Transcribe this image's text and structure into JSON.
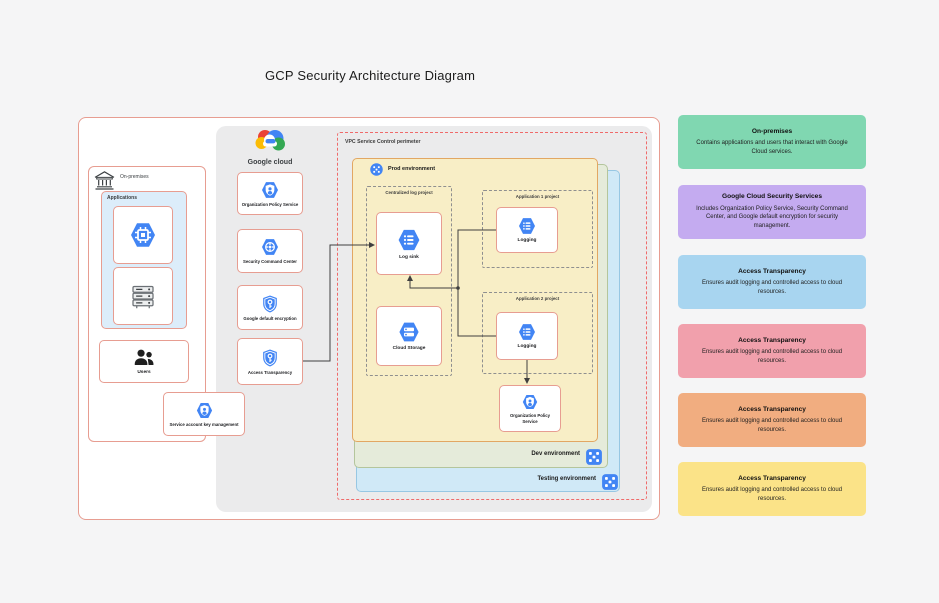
{
  "title": "GCP Security Architecture Diagram",
  "on_premises": {
    "label": "On-premises",
    "applications": {
      "label": "Applications"
    },
    "users": {
      "label": "Users"
    },
    "service_account_key": {
      "label": "Service account key management"
    }
  },
  "google_cloud": {
    "label": "Google cloud",
    "services": [
      {
        "label": "Organization Policy Service"
      },
      {
        "label": "Security Command Center"
      },
      {
        "label": "Google default encryption"
      },
      {
        "label": "Access Transparency"
      }
    ]
  },
  "vpc": {
    "label": "VPC Service Control perimeter",
    "prod": {
      "label": "Prod environment"
    },
    "dev": {
      "label": "Dev environment"
    },
    "testing": {
      "label": "Testing environment"
    },
    "centralized_log_project": {
      "label": "Centralized log project",
      "log_sink": {
        "label": "Log sink"
      },
      "cloud_storage": {
        "label": "Cloud Storage"
      }
    },
    "application_1_project": {
      "label": "Application 1 project",
      "logging": {
        "label": "Logging"
      }
    },
    "application_2_project": {
      "label": "Application 2 project",
      "logging": {
        "label": "Logging"
      }
    },
    "organization_policy": {
      "label": "Organization Policy Service"
    }
  },
  "legend": [
    {
      "title": "On-premises",
      "body": "Contains applications and users that interact with Google Cloud services.",
      "color": "#80d7b1"
    },
    {
      "title": "Google Cloud Security Services",
      "body": "Includes Organization Policy Service, Security Command Center, and Google default encryption for security management.",
      "color": "#c4abf0"
    },
    {
      "title": "Access Transparency",
      "body": "Ensures audit logging and controlled access to cloud resources.",
      "color": "#a8d5f0"
    },
    {
      "title": "Access Transparency",
      "body": "Ensures audit logging and controlled access to cloud resources.",
      "color": "#f1a0ac"
    },
    {
      "title": "Access Transparency",
      "body": "Ensures audit logging and controlled access to cloud resources.",
      "color": "#f1ad80"
    },
    {
      "title": "Access Transparency",
      "body": "Ensures audit logging and controlled access to cloud resources.",
      "color": "#fbe388"
    }
  ],
  "icons": [
    "google-cloud-logo-icon",
    "on-premises-building-icon",
    "compute-chip-icon",
    "server-icon",
    "users-icon",
    "shield-person-icon",
    "security-command-center-icon",
    "encryption-key-icon",
    "logging-icon",
    "cloud-storage-icon",
    "project-icon"
  ],
  "colors": {
    "node_blue": "#4285F4",
    "box_border_red": "#e79d91",
    "vpc_dashed_red": "#ef6a6a",
    "prod_fill": "#f8eec6",
    "dev_fill": "#e5ebda",
    "testing_fill": "#d0e9f7",
    "applications_fill": "#dcedfa",
    "panel_gray": "#ebebec",
    "canvas_bg": "#f5f5f6"
  }
}
